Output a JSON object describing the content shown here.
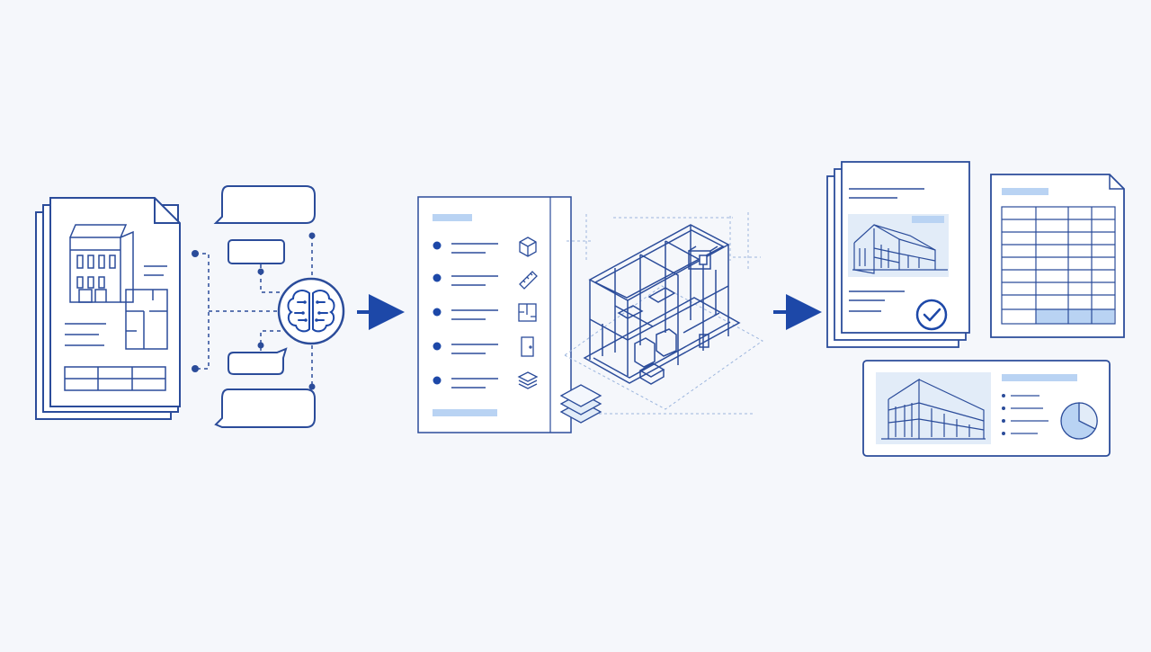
{
  "diagram": {
    "type": "process-flow",
    "stages": [
      {
        "id": "input-documents",
        "icons": [
          "document-stack-icon",
          "building-drawing-icon",
          "floor-plan-icon",
          "table-icon"
        ]
      },
      {
        "id": "ai-analysis",
        "icons": [
          "brain-icon",
          "speech-bubble-icon"
        ]
      },
      {
        "id": "structured-model",
        "icons": [
          "cube-icon",
          "ruler-icon",
          "floor-plan-icon",
          "door-icon",
          "layers-icon",
          "3d-building-frame-icon"
        ]
      },
      {
        "id": "output-reports",
        "icons": [
          "report-document-icon",
          "check-icon",
          "spreadsheet-icon",
          "pie-chart-icon"
        ]
      }
    ],
    "connections": [
      {
        "from": "input-documents",
        "to": "ai-analysis",
        "style": "dashed"
      },
      {
        "from": "ai-analysis",
        "to": "structured-model",
        "style": "arrow"
      },
      {
        "from": "structured-model",
        "to": "output-reports",
        "style": "arrow"
      }
    ],
    "colors": {
      "line": "#2b4c9a",
      "accent": "#1d48a8",
      "highlight": "#b9d3f3",
      "light": "#e2ecf8",
      "background": "#f5f7fb",
      "paper": "#ffffff"
    }
  }
}
